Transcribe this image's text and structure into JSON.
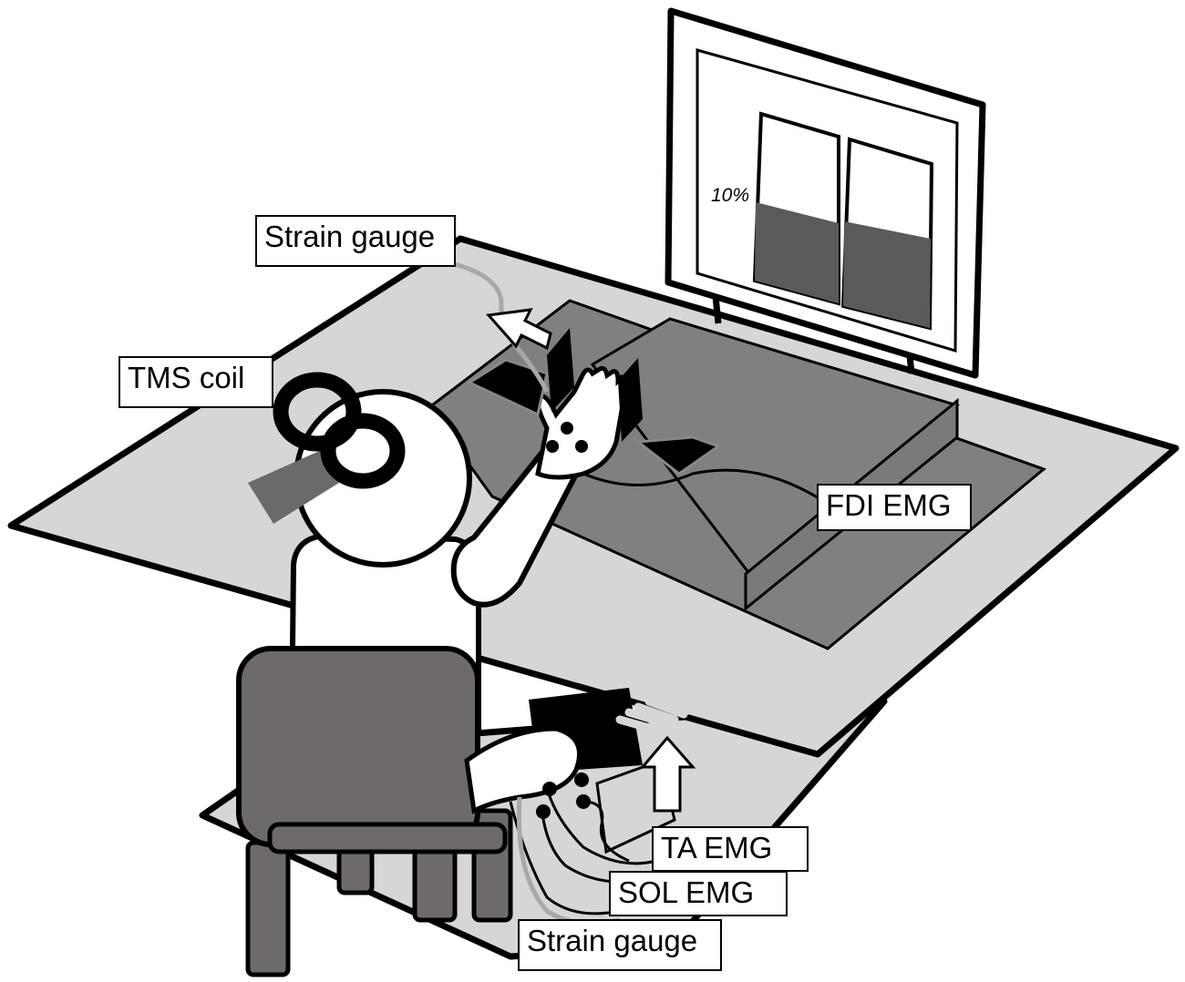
{
  "labels": {
    "strain_gauge_top": "Strain gauge",
    "tms_coil": "TMS coil",
    "fdi_emg": "FDI EMG",
    "ta_emg": "TA EMG",
    "sol_emg": "SOL EMG",
    "strain_gauge_bottom": "Strain gauge"
  },
  "monitor": {
    "target_label": "10%"
  },
  "colors": {
    "table_light": "#d6d6d6",
    "table_dark": "#808080",
    "chair": "#6e6a6b",
    "bar_fill": "#5a5a5a",
    "coil_handle": "#6a6a6a",
    "outline": "#000000",
    "cable": "#a8a8a8"
  }
}
